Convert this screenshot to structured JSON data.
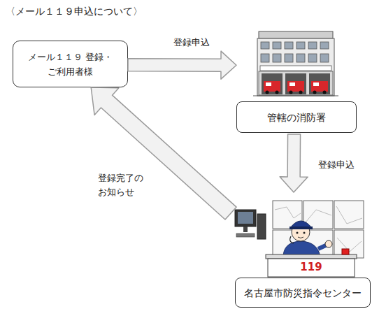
{
  "diagram": {
    "title": "〈メール１１９申込について〉",
    "nodes": [
      {
        "text": [
          "メール１１９ 登録・ご利用者様"
        ]
      },
      {
        "text": [
          "管轄の消防署"
        ]
      },
      {
        "text": [
          "名古屋市防災指令センター"
        ]
      }
    ],
    "edges": [
      {
        "from": 0,
        "to": 1,
        "arrow": "to",
        "label": "登録申込"
      },
      {
        "from": 1,
        "to": 2,
        "arrow": "to",
        "label": "登録申込"
      },
      {
        "from": 2,
        "to": 0,
        "arrow": "to",
        "label": "登録完了の お知らせ"
      }
    ],
    "labels": [
      "119"
    ]
  }
}
